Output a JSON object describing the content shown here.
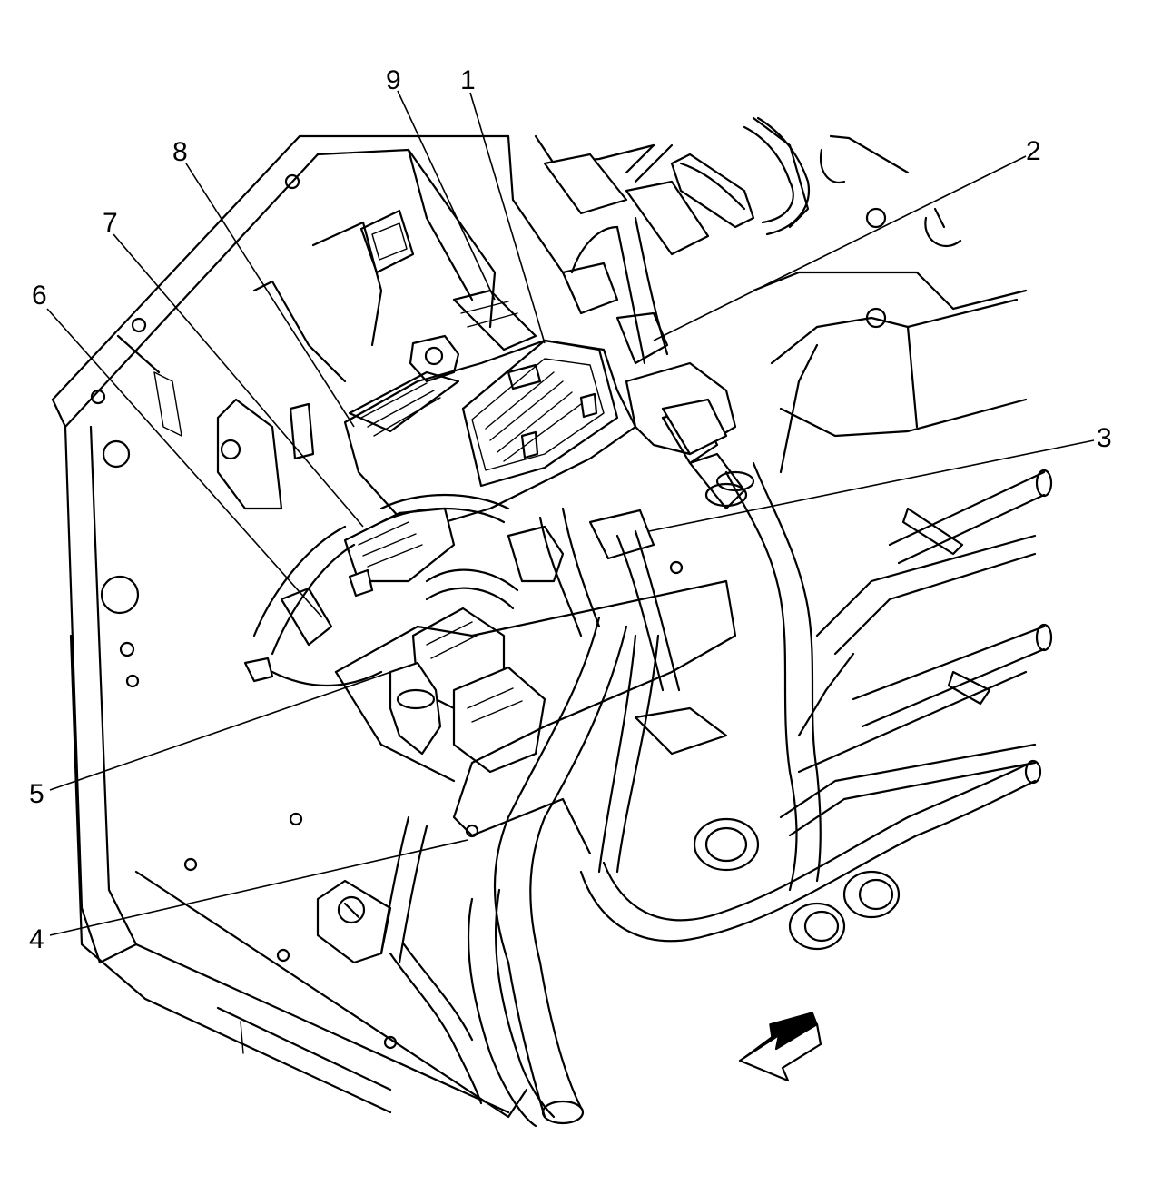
{
  "callouts": [
    {
      "id": "1",
      "label": "1"
    },
    {
      "id": "2",
      "label": "2"
    },
    {
      "id": "3",
      "label": "3"
    },
    {
      "id": "4",
      "label": "4"
    },
    {
      "id": "5",
      "label": "5"
    },
    {
      "id": "6",
      "label": "6"
    },
    {
      "id": "7",
      "label": "7"
    },
    {
      "id": "8",
      "label": "8"
    },
    {
      "id": "9",
      "label": "9"
    }
  ],
  "colors": {
    "ink": "#000000",
    "paper": "#ffffff"
  },
  "icons": {
    "direction_arrow": "forward-arrow-icon"
  }
}
